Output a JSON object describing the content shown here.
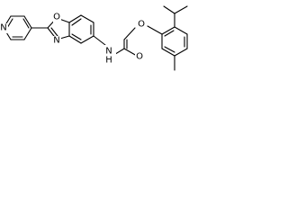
{
  "molecule": {
    "atom_labels": {
      "pyridine_n": "N",
      "oxazole_o": "O",
      "oxazole_n": "N",
      "amide_n": "N",
      "amide_h": "H",
      "carbonyl_o": "O",
      "ether_o": "O"
    }
  },
  "colors": {
    "bond": "#000000",
    "label": "#000000",
    "background": "#ffffff"
  }
}
